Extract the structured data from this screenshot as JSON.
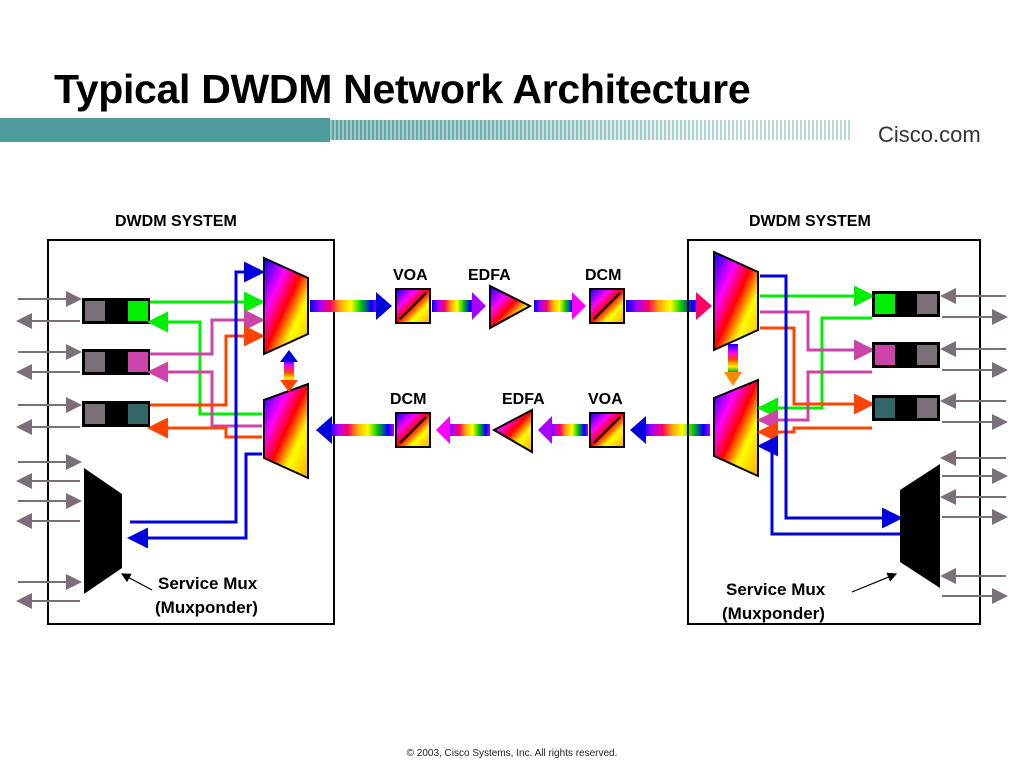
{
  "slide": {
    "title": "Typical DWDM Network Architecture",
    "brand": "Cisco.com",
    "footer": "© 2003, Cisco Systems, Inc. All rights reserved."
  },
  "diagram": {
    "left_system_label": "DWDM SYSTEM",
    "right_system_label": "DWDM SYSTEM",
    "top_path": [
      "VOA",
      "EDFA",
      "DCM"
    ],
    "bottom_path": [
      "DCM",
      "EDFA",
      "VOA"
    ],
    "left_mux_label_line1": "Service Mux",
    "left_mux_label_line2": "(Muxponder)",
    "right_mux_label_line1": "Service Mux",
    "right_mux_label_line2": "(Muxponder)"
  },
  "colors": {
    "green": "#00ee00",
    "magenta": "#cc44aa",
    "orange": "#ff4400",
    "blue": "#0000dd",
    "teal": "#336666",
    "gray": "#7a6f78",
    "header_bar": "#4f9a9a"
  }
}
